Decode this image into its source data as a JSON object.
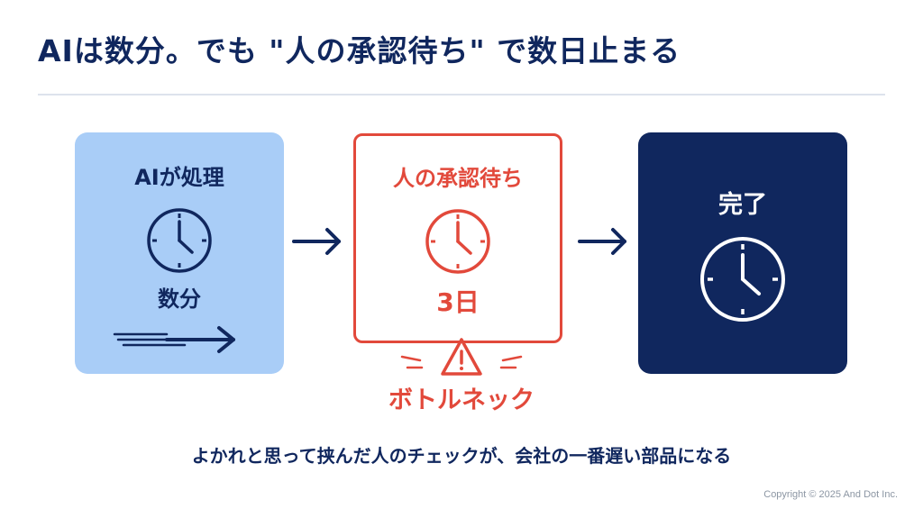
{
  "title": "AIは数分。でも \"人の承認待ち\" で数日止まる",
  "steps": {
    "ai": {
      "heading": "AIが処理",
      "duration": "数分",
      "color": "#a9cdf7"
    },
    "wait": {
      "heading": "人の承認待ち",
      "duration": "3日",
      "color": "#e2493b"
    },
    "done": {
      "heading": "完了",
      "color": "#10275e"
    }
  },
  "bottleneck_label": "ボトルネック",
  "caption": "よかれと思って挟んだ人のチェックが、会社の一番遅い部品になる",
  "copyright": "Copyright © 2025 And Dot Inc.",
  "icons": {
    "clock": "clock-icon",
    "arrow": "arrow-right-icon",
    "speed": "speed-arrow-icon",
    "warning": "warning-icon"
  }
}
